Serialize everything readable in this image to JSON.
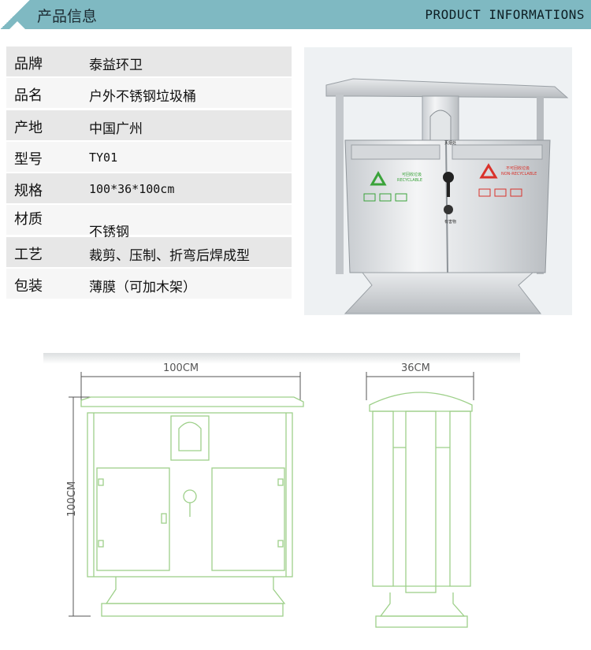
{
  "header": {
    "title": "产品信息",
    "title_en": "PRODUCT INFORMATIONS"
  },
  "specs": [
    {
      "label": "品牌",
      "value": "泰益环卫"
    },
    {
      "label": "品名",
      "value": "户外不锈钢垃圾桶"
    },
    {
      "label": "产地",
      "value": "中国广州"
    },
    {
      "label": "型号",
      "value": "TY01"
    },
    {
      "label": "规格",
      "value": "100*36*100cm"
    },
    {
      "label": "材质",
      "value": "不锈钢"
    },
    {
      "label": "工艺",
      "value": "裁剪、压制、折弯后焊成型"
    },
    {
      "label": "包装",
      "value": "薄膜（可加木架）"
    }
  ],
  "photo": {
    "recycle_cn": "可回收垃圾",
    "recycle_en": "RECYCLABLE",
    "nonrecycle_cn": "不可回收垃圾",
    "nonrecycle_en": "NON-RECYCLABLE",
    "ashtray_label": "灭烟处",
    "harmful_label": "有害物"
  },
  "drawing": {
    "width_label": "100CM",
    "height_label": "100CM",
    "depth_label": "36CM"
  },
  "colors": {
    "header_bg": "#7fb9c2",
    "line": "#9ed08a",
    "recycle": "#3aa33a",
    "nonrecycle": "#d9322b"
  }
}
